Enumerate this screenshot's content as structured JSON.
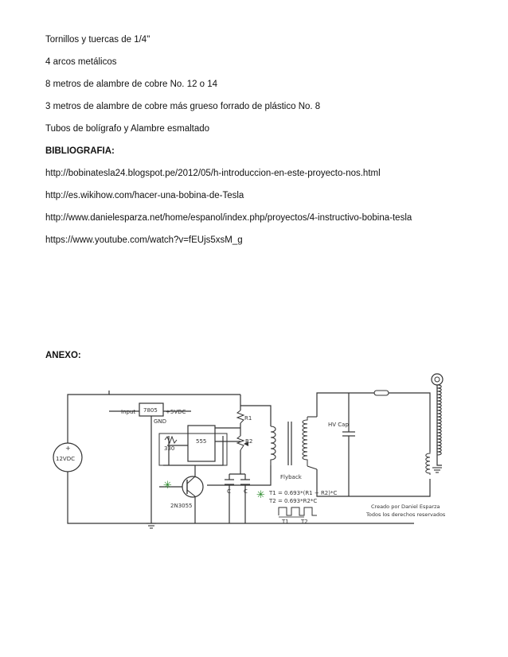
{
  "materials": [
    "Tornillos y tuercas de 1/4\"",
    "4 arcos metálicos",
    "8 metros de alambre de cobre No. 12 o 14",
    "3 metros de alambre de cobre más grueso forrado de plástico No. 8",
    "Tubos de bolígrafo y Alambre esmaltado"
  ],
  "bibliography": {
    "heading": "BIBLIOGRAFIA:",
    "links": [
      "http://bobinatesla24.blogspot.pe/2012/05/h-introduccion-en-este-proyecto-nos.html",
      "http://es.wikihow.com/hacer-una-bobina-de-Tesla",
      "http://www.danielesparza.net/home/espanol/index.php/proyectos/4-instructivo-bobina-tesla",
      "https://www.youtube.com/watch?v=fEUjs5xsM_g"
    ]
  },
  "annex": {
    "heading": "ANEXO:",
    "schematic": {
      "battery_label": "12VDC",
      "regulator_label": "7805",
      "input_label": "Input",
      "vout_label": "+5VDC",
      "gnd_label": "GND",
      "ic_label": "555",
      "resistor_330": "330",
      "r1_label": "R1",
      "r2_label": "R2",
      "transistor_label": "2N3055",
      "cap_label": "C",
      "flyback_label": "Flyback",
      "hvcap_label": "HV Cap",
      "formula_t1": "T1 = 0.693*(R1 + R2)*C",
      "formula_t2": "T2 = 0.693*R2*C",
      "wave_t1": "T1",
      "wave_t2": "T2",
      "credit_line1": "Creado por Daniel Esparza",
      "credit_line2": "Todos los derechos reservados"
    }
  }
}
